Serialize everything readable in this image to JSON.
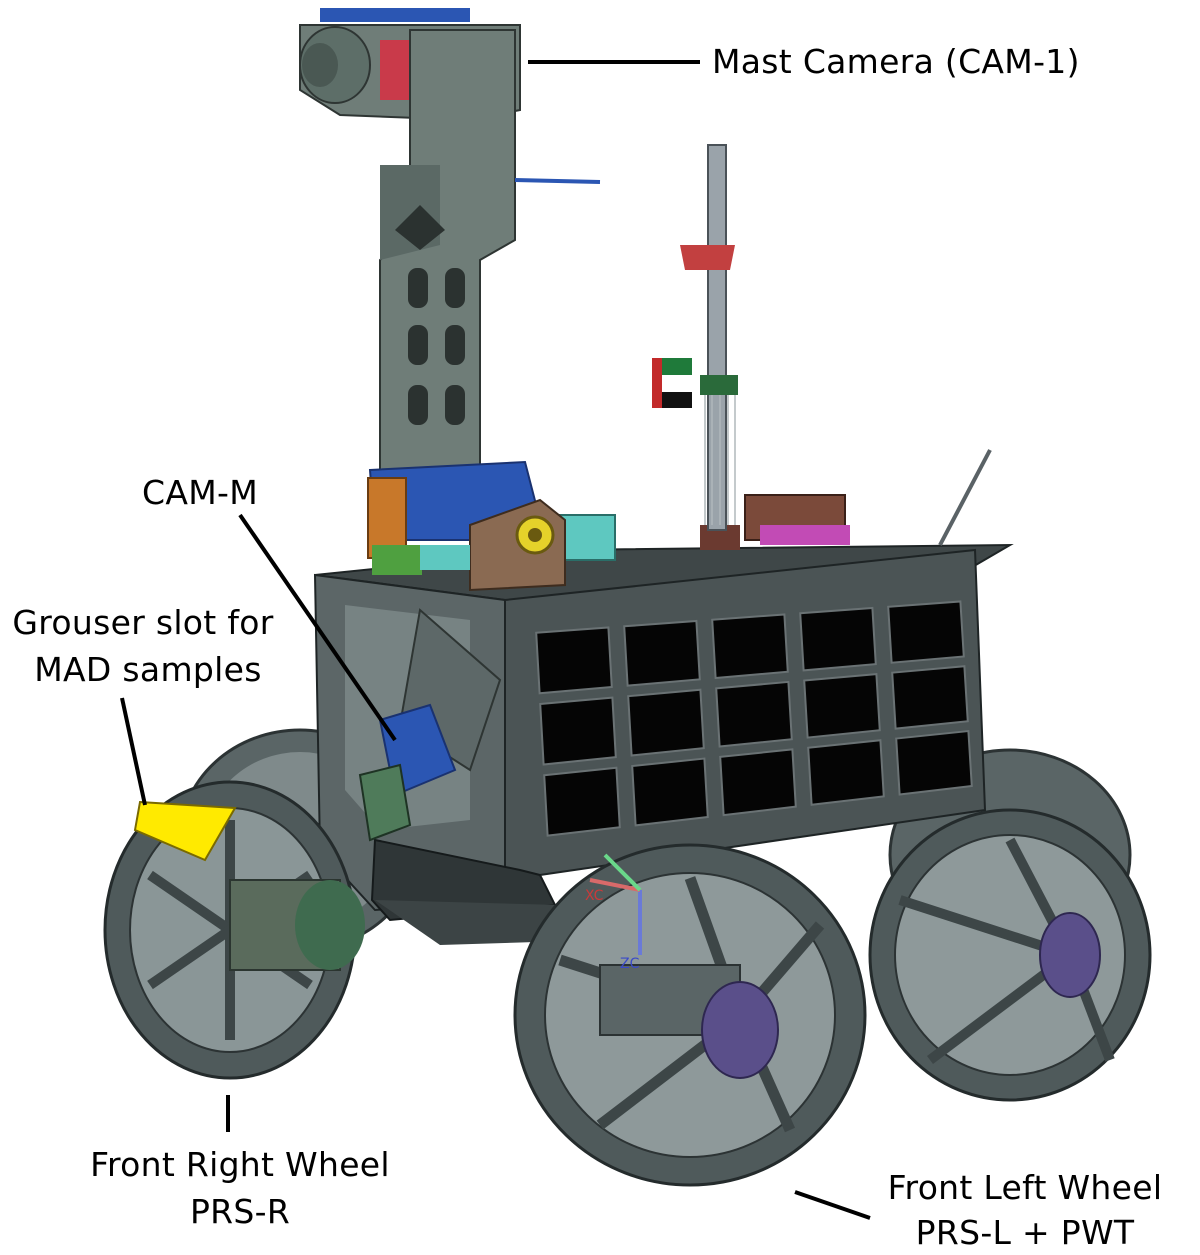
{
  "labels": {
    "mast_camera": "Mast Camera (CAM-1)",
    "cam_m": "CAM-M",
    "grouser_line1": "Grouser slot for",
    "grouser_line2": "MAD samples",
    "front_right_line1": "Front Right Wheel",
    "front_right_line2": "PRS-R",
    "front_left_line1": "Front Left Wheel",
    "front_left_line2": "PRS-L + PWT"
  },
  "axis_labels": {
    "xc": "XC",
    "zc": "ZC"
  },
  "colors": {
    "body": "#5b6566",
    "body_dark": "#3a4243",
    "mast": "#6f7d78",
    "solar_cell": "#050505",
    "wheel": "#4f5a5b",
    "hub": "#5a4f8a",
    "grouser_sample": "#ffea00",
    "blue_part": "#2b56b3",
    "orange_part": "#c8782a",
    "cyan_part": "#5ec8c0",
    "green_part": "#4fa040",
    "flag_green": "#1f7a3a",
    "flag_red": "#c22a2a",
    "leader_line": "#000000"
  }
}
